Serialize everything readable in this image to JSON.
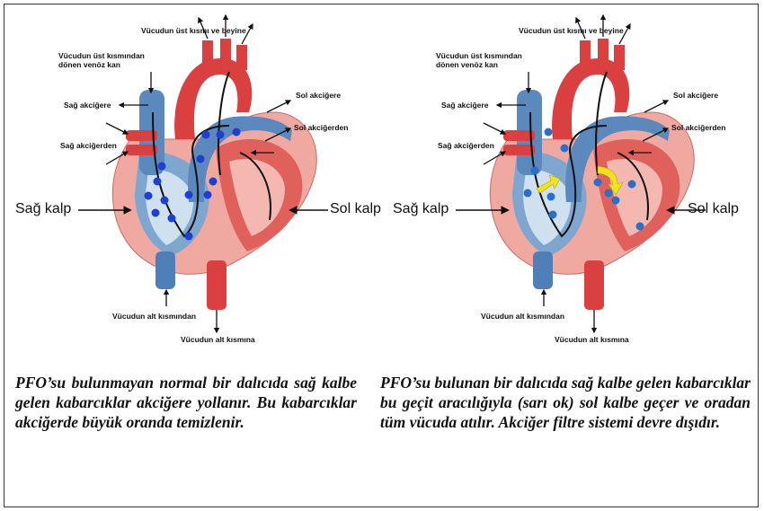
{
  "left_panel": {
    "labels": {
      "top": "Vücudun üst kısmı ve beyine",
      "upper_venous": "Vücudun üst kısmından\ndönen venöz kan",
      "right_lung_to": "Sağ akciğere",
      "right_lung_from": "Sağ akciğerden",
      "left_lung_to": "Sol akciğere",
      "left_lung_from": "Sol akciğerden",
      "right_heart": "Sağ kalp",
      "left_heart": "Sol kalp",
      "lower_from": "Vücudun alt kısmından",
      "lower_to": "Vücudun alt kısmına"
    },
    "caption": "PFO’su bulunmayan normal bir dalıcıda sağ kalbe gelen kabarcıklar akciğere yollanır. Bu kabarcıklar akciğerde büyük oranda temizlenir."
  },
  "right_panel": {
    "labels": {
      "top": "Vücudun üst kısmı ve beyine",
      "upper_venous": "Vücudun üst kısmından\ndönen venöz kan",
      "right_lung_to": "Sağ akciğere",
      "right_lung_from": "Sağ akciğerden",
      "left_lung_to": "Sol akciğere",
      "left_lung_from": "Sol akciğerden",
      "right_heart": "Sağ kalp",
      "left_heart": "Sol kalp",
      "lower_from": "Vücudun alt kısmından",
      "lower_to": "Vücudun alt kısmına"
    },
    "caption": "PFO’su bulunan bir dalıcıda sağ kalbe gelen kabarcıklar bu geçit aracılığıyla (sarı ok) sol kalbe geçer ve oradan tüm vücuda atılır. Akciğer filtre sistemi devre dışıdır."
  },
  "colors": {
    "oxygenated": "#d9403f",
    "deoxygenated": "#4f7fb8",
    "bubble_normal": "#1e3fd6",
    "bubble_pfo": "#2a6fc9",
    "shunt_arrow": "#f2e21a",
    "heart_outer": "#f0a9a0"
  }
}
